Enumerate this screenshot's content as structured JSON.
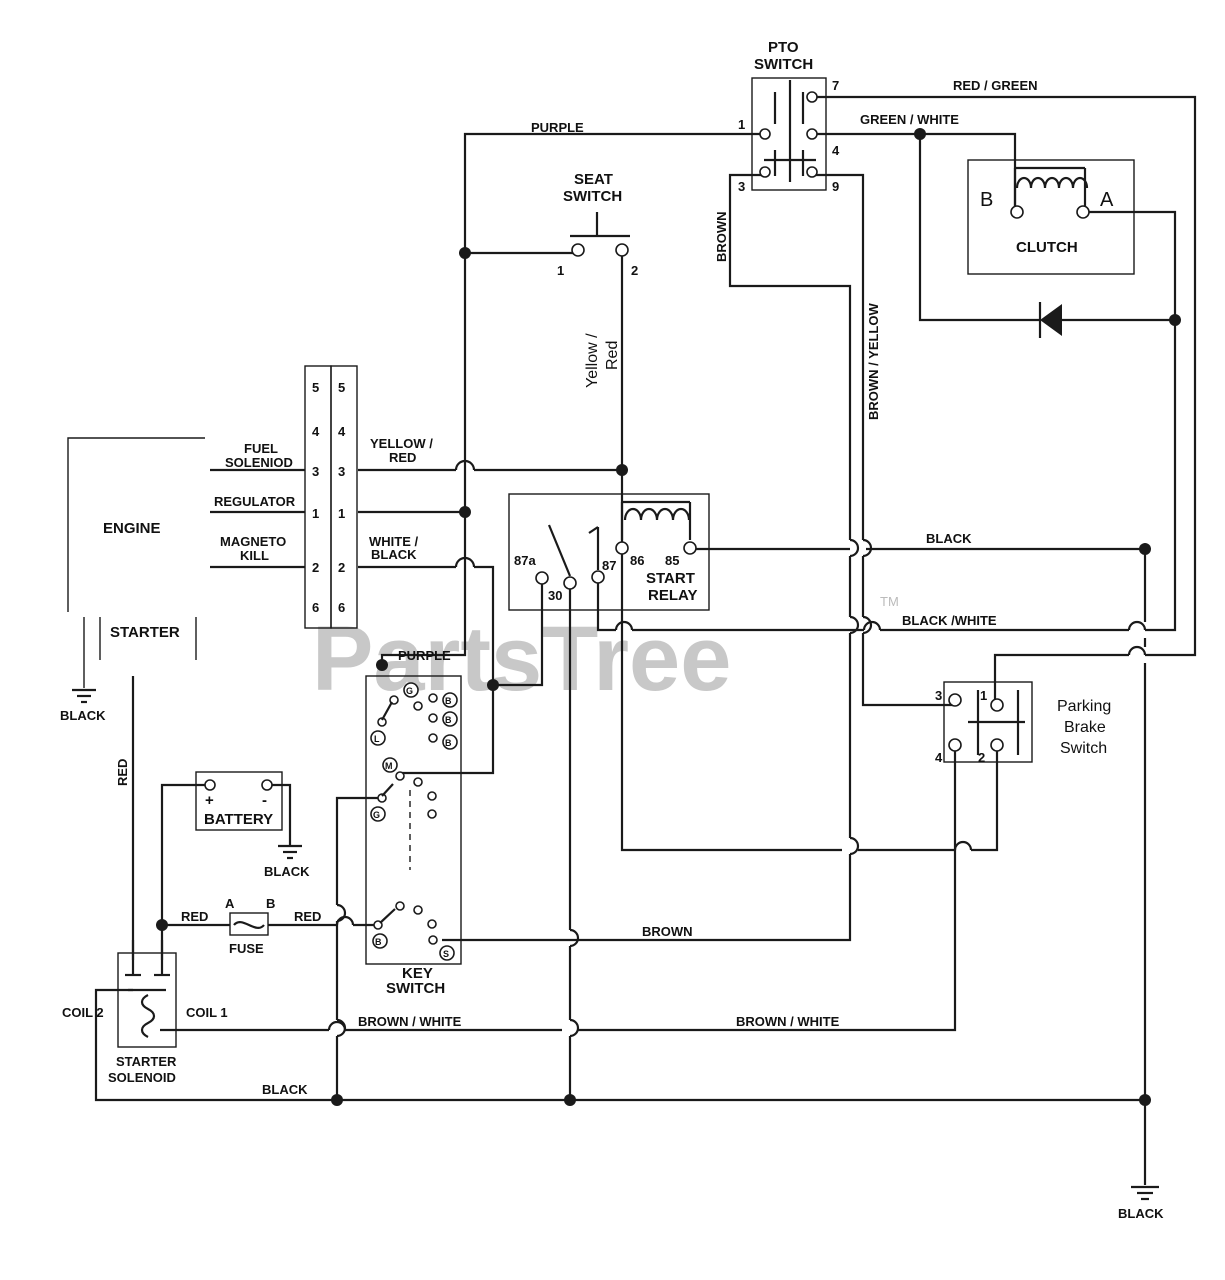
{
  "watermark": {
    "brand": "PartsTree",
    "tm": "TM"
  },
  "components": {
    "pto_switch": {
      "label1": "PTO",
      "label2": "SWITCH",
      "pins": [
        "7",
        "1",
        "4",
        "3",
        "9"
      ]
    },
    "seat_switch": {
      "label1": "SEAT",
      "label2": "SWITCH",
      "pins": [
        "1",
        "2"
      ]
    },
    "clutch": {
      "label": "CLUTCH",
      "term_b": "B",
      "term_a": "A"
    },
    "engine": {
      "label": "ENGINE",
      "starter": "STARTER"
    },
    "connector": {
      "left_pins": [
        "5",
        "4",
        "3",
        "1",
        "2",
        "6"
      ],
      "right_pins": [
        "5",
        "4",
        "3",
        "1",
        "2",
        "6"
      ],
      "fuel_solenoid1": "FUEL",
      "fuel_solenoid2": "SOLENIOD",
      "regulator": "REGULATOR",
      "magneto1": "MAGNETO",
      "magneto2": "KILL"
    },
    "start_relay": {
      "label1": "START",
      "label2": "RELAY",
      "pins": [
        "87a",
        "30",
        "87",
        "86",
        "85"
      ]
    },
    "key_switch": {
      "label1": "KEY",
      "label2": "SWITCH",
      "terms": [
        "G",
        "B",
        "B",
        "B",
        "L",
        "M",
        "G",
        "B",
        "S"
      ]
    },
    "battery": {
      "label": "BATTERY",
      "plus": "+",
      "minus": "-"
    },
    "fuse": {
      "label": "FUSE",
      "a": "A",
      "b": "B"
    },
    "starter_solenoid": {
      "label1": "STARTER",
      "label2": "SOLENOID",
      "coil2": "COIL 2",
      "coil1": "COIL 1"
    },
    "parking_brake": {
      "label1": "Parking",
      "label2": "Brake",
      "label3": "Switch",
      "pins": [
        "3",
        "1",
        "4",
        "2"
      ]
    }
  },
  "wires": {
    "red_green": "RED / GREEN",
    "green_white": "GREEN / WHITE",
    "purple_top": "PURPLE",
    "brown_pto": "BROWN",
    "brown_yellow": "BROWN / YELLOW",
    "yellow_red_v1": "Yellow /",
    "yellow_red_v2": "Red",
    "yellow_red_h1": "YELLOW /",
    "yellow_red_h2": "RED",
    "white_black1": "WHITE /",
    "white_black2": "BLACK",
    "black_relay": "BLACK",
    "black_white_mid": "BLACK /WHITE",
    "purple_key": "PURPLE",
    "black_engine": "BLACK",
    "red_vertical": "RED",
    "black_battery": "BLACK",
    "red_fuse_a": "RED",
    "red_fuse_b": "RED",
    "brown_bottom": "BROWN",
    "brown_white_left": "BROWN / WHITE",
    "brown_white_right": "BROWN / WHITE",
    "black_bottom": "BLACK",
    "black_ground": "BLACK"
  }
}
